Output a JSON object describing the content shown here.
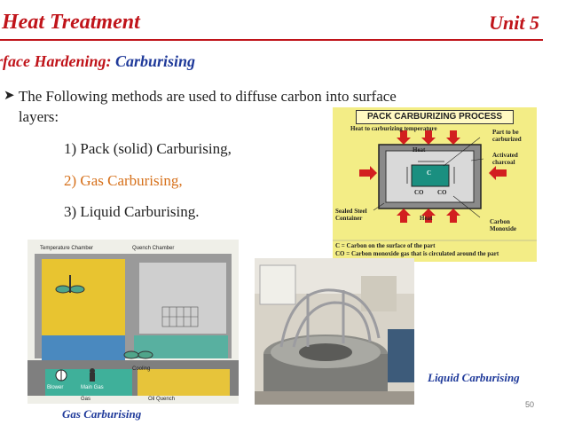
{
  "header": {
    "title": "Heat Treatment",
    "unit": "Unit 5"
  },
  "subtitle": {
    "part1": "rface Hardening:",
    "part2": "Carburising"
  },
  "bullet_text": "The Following methods are used to diffuse carbon into surface layers:",
  "methods": [
    "1) Pack (solid) Carburising,",
    "2) Gas Carburising,",
    "3) Liquid Carburising."
  ],
  "pack_figure": {
    "title": "PACK CARBURIZING PROCESS",
    "heat_top": "Heat to carburizing temperature",
    "part": "Part to be carburized",
    "heat_in": "Heat",
    "activated": "Activated charcoal",
    "c": "C",
    "co_left": "CO",
    "co_right": "CO",
    "container": "Sealed Steel Container",
    "heat_bottom": "Heat",
    "carbon_monoxide": "Carbon Monoxide",
    "legend1": "C = Carbon on the surface of the part",
    "legend2": "CO = Carbon monoxide gas that is circulated  around the part"
  },
  "gas_figure": {
    "temperature_chamber": "Temperature Chamber",
    "quench_chamber": "Quench Chamber",
    "cooling": "Cooling",
    "blower": "Blower",
    "main_gas": "Main Gas",
    "gas": "Gas",
    "oil_quench": "Oil Quench",
    "caption": "Gas Carburising"
  },
  "liquid_caption": "Liquid Carburising",
  "page_number": "50",
  "colors": {
    "title_red": "#c0141a",
    "caption_blue": "#1f3a9a",
    "method_orange": "#d6701a"
  }
}
